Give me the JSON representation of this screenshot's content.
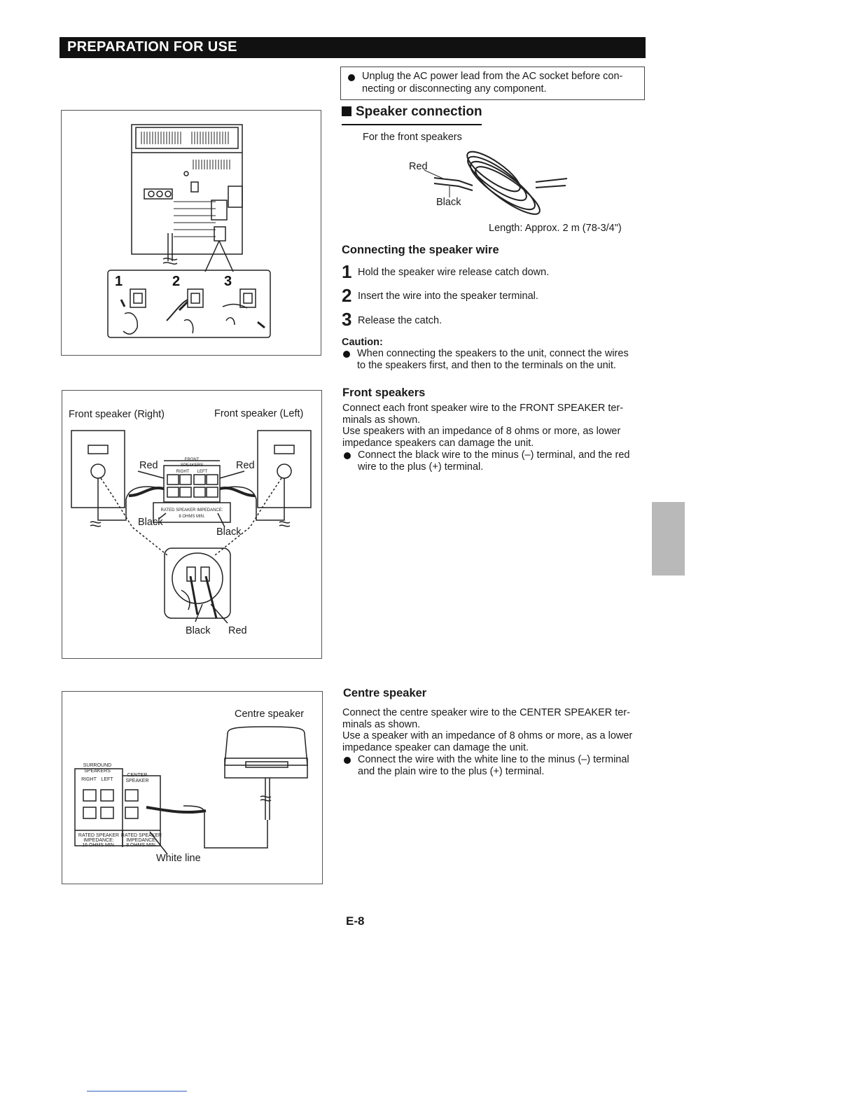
{
  "header": {
    "title": "PREPARATION FOR USE"
  },
  "notice": {
    "line1": "Unplug the AC power lead from the AC socket before con-",
    "line2": "necting or disconnecting any component."
  },
  "speaker_connection": {
    "title": "Speaker connection",
    "front_speakers_caption": "For the front speakers",
    "wire_label_red": "Red",
    "wire_label_black": "Black",
    "length_text": "Length: Approx. 2 m (78-3/4\")"
  },
  "connecting_wire": {
    "heading": "Connecting the speaker wire",
    "steps": [
      {
        "num": "1",
        "text": "Hold the speaker wire release catch down."
      },
      {
        "num": "2",
        "text": "Insert the wire into the speaker terminal."
      },
      {
        "num": "3",
        "text": "Release the catch."
      }
    ],
    "caution_heading": "Caution:",
    "caution_line1": "When connecting the speakers to the unit, connect the wires",
    "caution_line2": "to the speakers first, and then to the terminals on the unit."
  },
  "front_speakers": {
    "heading": "Front speakers",
    "p1_line1": "Connect each front speaker wire to the FRONT SPEAKER ter-",
    "p1_line2": "minals as shown.",
    "p2_line1": "Use speakers with an impedance of 8 ohms or more, as lower",
    "p2_line2": "impedance speakers can damage the unit.",
    "bullet_line1": "Connect the black wire to the minus (–) terminal, and the red",
    "bullet_line2": "wire to the plus (+) terminal."
  },
  "centre_speaker": {
    "heading": "Centre speaker",
    "p1_line1": "Connect the centre speaker wire to the CENTER SPEAKER ter-",
    "p1_line2": "minals as shown.",
    "p2_line1": "Use a speaker with an impedance of 8 ohms or more, as a lower",
    "p2_line2": "impedance speaker can damage the unit.",
    "bullet_line1": "Connect the wire with the white line to the minus (–) terminal",
    "bullet_line2": "and the plain wire to the plus (+) terminal."
  },
  "figure1": {
    "step_labels": [
      "1",
      "2",
      "3"
    ]
  },
  "figure2": {
    "label_right": "Front speaker (Right)",
    "label_left": "Front speaker (Left)",
    "red": "Red",
    "black": "Black",
    "panel_front": "FRONT",
    "panel_speakers": "SPEAKERS",
    "panel_right": "RIGHT",
    "panel_left": "LEFT",
    "panel_rated": "RATED SPEAKER IMPEDANCE:",
    "panel_ohms": "8 OHMS MIN.",
    "bottom_black": "Black",
    "bottom_red": "Red"
  },
  "figure3": {
    "label_centre": "Centre speaker",
    "surround": "SURROUND",
    "speakers": "SPEAKERS",
    "right": "RIGHT",
    "left": "LEFT",
    "center": "CENTER",
    "speaker": "SPEAKER",
    "rated1_a": "RATED SPEAKER",
    "rated1_b": "IMPEDANCE:",
    "rated1_c": "16 OHMS MIN.",
    "rated2_a": "RATED SPEAKER",
    "rated2_b": "IMPEDANCE:",
    "rated2_c": "8 OHMS MIN.",
    "white_line": "White line"
  },
  "footer": {
    "page": "E-8"
  },
  "colors": {
    "header_bg": "#111111",
    "tab_gray": "#b9b9b9"
  }
}
